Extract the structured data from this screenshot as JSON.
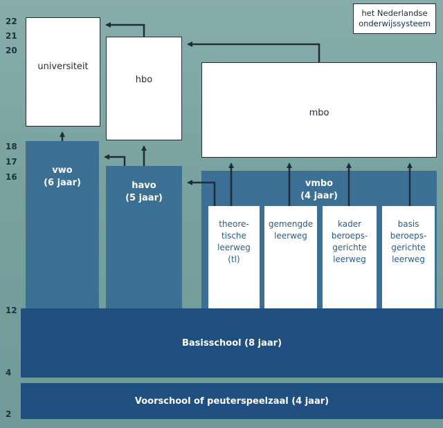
{
  "title": {
    "line1": "het Nederlandse",
    "line2": "onderwijssysteem"
  },
  "ages": {
    "a22": "22",
    "a21": "21",
    "a20": "20",
    "a18": "18",
    "a17": "17",
    "a16": "16",
    "a12": "12",
    "a4": "4",
    "a2": "2"
  },
  "higher": {
    "universiteit": "universiteit",
    "hbo": "hbo",
    "mbo": "mbo"
  },
  "secondary": {
    "vwo": {
      "name": "vwo",
      "duration": "(6 jaar)"
    },
    "havo": {
      "name": "havo",
      "duration": "(5 jaar)"
    },
    "vmbo": {
      "name": "vmbo",
      "duration": "(4 jaar)"
    }
  },
  "tracks": [
    {
      "lines": [
        "theore-",
        "tische",
        "leerweg",
        "(tl)"
      ]
    },
    {
      "lines": [
        "gemengde",
        "leerweg"
      ]
    },
    {
      "lines": [
        "kader",
        "beroeps-",
        "gerichte",
        "leerweg"
      ]
    },
    {
      "lines": [
        "basis",
        "beroeps-",
        "gerichte",
        "leerweg"
      ]
    }
  ],
  "primary": "Basisschool (8 jaar)",
  "preschool": "Voorschool of peuterspeelzaal (4 jaar)",
  "colors": {
    "line": "#1f2d3a",
    "blue": "#3b6f94",
    "dark": "#204f7f"
  }
}
